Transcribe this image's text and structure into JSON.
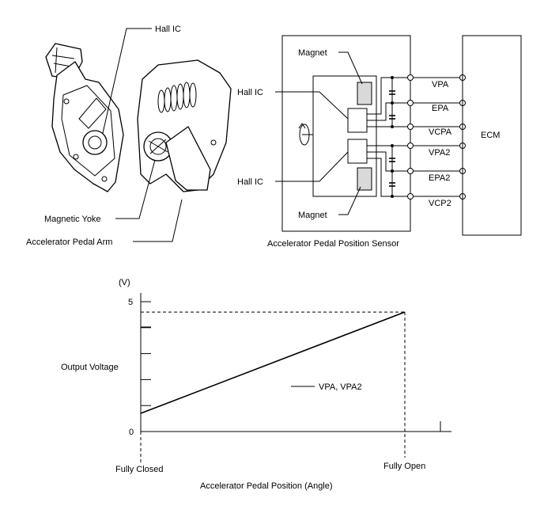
{
  "sensor_illustration": {
    "hall_ic_label": "Hall IC",
    "magnetic_yoke_label": "Magnetic Yoke",
    "pedal_arm_label": "Accelerator Pedal Arm"
  },
  "circuit": {
    "magnet_top_label": "Magnet",
    "magnet_bottom_label": "Magnet",
    "hall_ic_top_label": "Hall IC",
    "hall_ic_bottom_label": "Hall IC",
    "sensor_caption": "Accelerator Pedal Position Sensor",
    "ecm_label": "ECM",
    "signals": [
      "VPA",
      "EPA",
      "VCPA",
      "VPA2",
      "EPA2",
      "VCP2"
    ]
  },
  "chart_data": {
    "type": "line",
    "title": "",
    "ylabel": "Output Voltage",
    "yunit": "(V)",
    "xlabel": "Accelerator Pedal Position (Angle)",
    "x_categories": [
      "Fully Closed",
      "Fully Open"
    ],
    "y_ticks": [
      "0",
      "5"
    ],
    "ylim": [
      0,
      5
    ],
    "series": [
      {
        "name": "VPA, VPA2",
        "x": [
          0,
          1
        ],
        "y": [
          0.7,
          4.6
        ]
      }
    ]
  }
}
